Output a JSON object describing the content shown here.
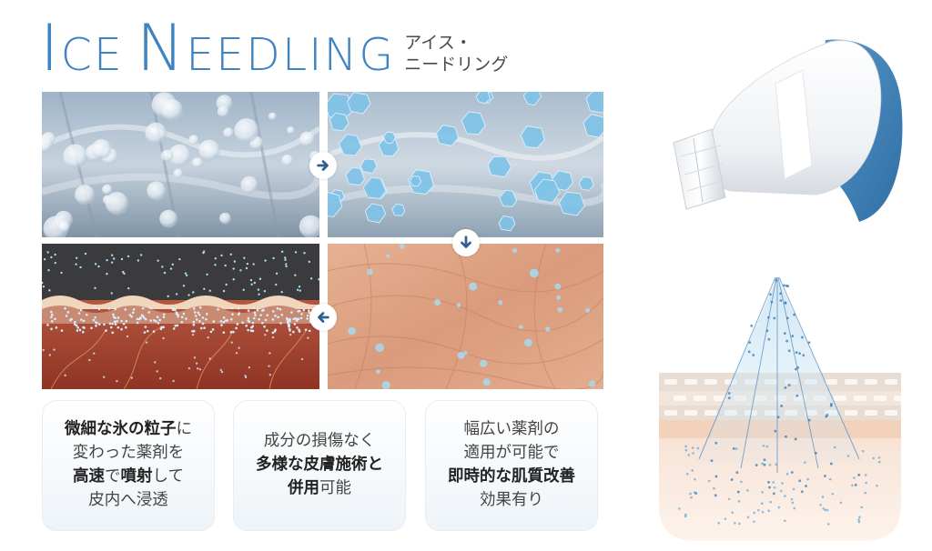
{
  "title": {
    "logo_part1": "Ice",
    "logo_part2": "Needling",
    "kana_line1": "アイス・",
    "kana_line2": "ニードリング"
  },
  "cards": [
    {
      "lines": [
        [
          {
            "t": "微細な氷の粒子",
            "b": true
          },
          {
            "t": "に",
            "b": false
          }
        ],
        [
          {
            "t": "変わった薬剤を",
            "b": false
          }
        ],
        [
          {
            "t": "高速",
            "b": true
          },
          {
            "t": "で",
            "b": false
          },
          {
            "t": "噴射",
            "b": true
          },
          {
            "t": "して",
            "b": false
          }
        ],
        [
          {
            "t": "皮内へ浸透",
            "b": false
          }
        ]
      ]
    },
    {
      "lines": [
        [
          {
            "t": "成分の損傷なく",
            "b": false
          }
        ],
        [
          {
            "t": "多様な皮膚施術と",
            "b": true
          }
        ],
        [
          {
            "t": "併用",
            "b": true
          },
          {
            "t": "可能",
            "b": false
          }
        ]
      ]
    },
    {
      "lines": [
        [
          {
            "t": "幅広い薬剤の",
            "b": false
          }
        ],
        [
          {
            "t": "適用が可能で",
            "b": false
          }
        ],
        [
          {
            "t": "即時的な肌質改善",
            "b": true
          }
        ],
        [
          {
            "t": "効果有り",
            "b": false
          }
        ]
      ]
    }
  ],
  "icons": {
    "arrow_right": "arrow-right-icon",
    "arrow_down": "arrow-down-icon",
    "arrow_left": "arrow-left-icon"
  },
  "colors": {
    "brand_blue": "#3f84c1",
    "arrow_blue": "#2e5f93",
    "device_blue": "#3d7fb5",
    "skin_peach": "#e8b79a"
  }
}
